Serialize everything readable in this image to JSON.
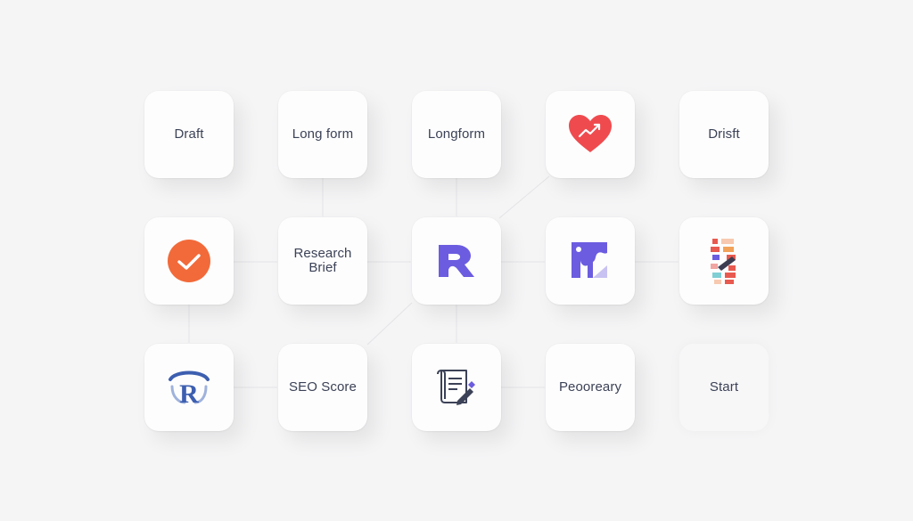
{
  "tiles": {
    "draft_1": "Draft",
    "long_form": "Long form",
    "longform": "Longform",
    "draft_2": "Drisft",
    "research_brief_line1": "Research",
    "research_brief_line2": "Brief",
    "seo_score": "SEO Score",
    "peooreary": "Peooreary",
    "start": "Start"
  },
  "icons": {
    "r1c4": "heart-trend-icon",
    "r2c1": "check-circle-icon",
    "r2c3": "r-logo-icon",
    "r2c4": "purple-chart-icon",
    "r2c5": "mosaic-blocks-icon",
    "r3c1": "r-seal-logo-icon",
    "r3c3": "document-edit-icon"
  },
  "colors": {
    "background": "#f5f5f6",
    "tile": "#fdfdfd",
    "text": "#3c4257",
    "heart": "#ef4b4f",
    "check_circle": "#f26a3a",
    "purple": "#6b5ce0",
    "blue": "#3d5fb0"
  }
}
